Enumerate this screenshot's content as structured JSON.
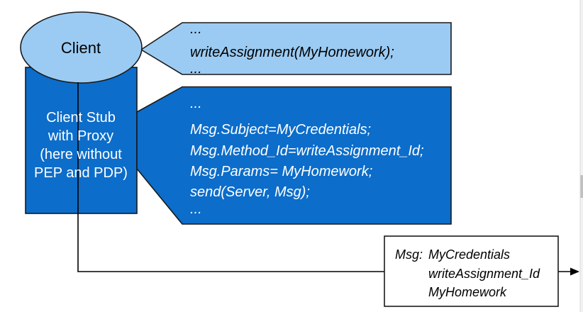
{
  "colors": {
    "light_blue": "#9BCBF3",
    "dark_blue": "#0C6DCA",
    "outline": "#1a1a1a",
    "text_dark": "#000000",
    "text_light": "#ffffff",
    "arrow_black": "#000000",
    "scrollbar_track": "#f2f2f2",
    "scrollbar_thumb": "#c0c0c0"
  },
  "client": {
    "label": "Client"
  },
  "client_stub": {
    "lines": [
      "Client Stub",
      "with Proxy",
      "(here without",
      "PEP and PDP)"
    ]
  },
  "call_snippet": {
    "lines": [
      "...",
      "writeAssignment(MyHomework);",
      "..."
    ]
  },
  "marshal_snippet": {
    "lines": [
      "...",
      "Msg.Subject=MyCredentials;",
      "Msg.Method_Id=writeAssignment_Id;",
      "Msg.Params= MyHomework;",
      "send(Server, Msg);",
      "..."
    ]
  },
  "message_box": {
    "label": "Msg:",
    "values": [
      "MyCredentials",
      "writeAssignment_Id",
      "MyHomework"
    ]
  }
}
